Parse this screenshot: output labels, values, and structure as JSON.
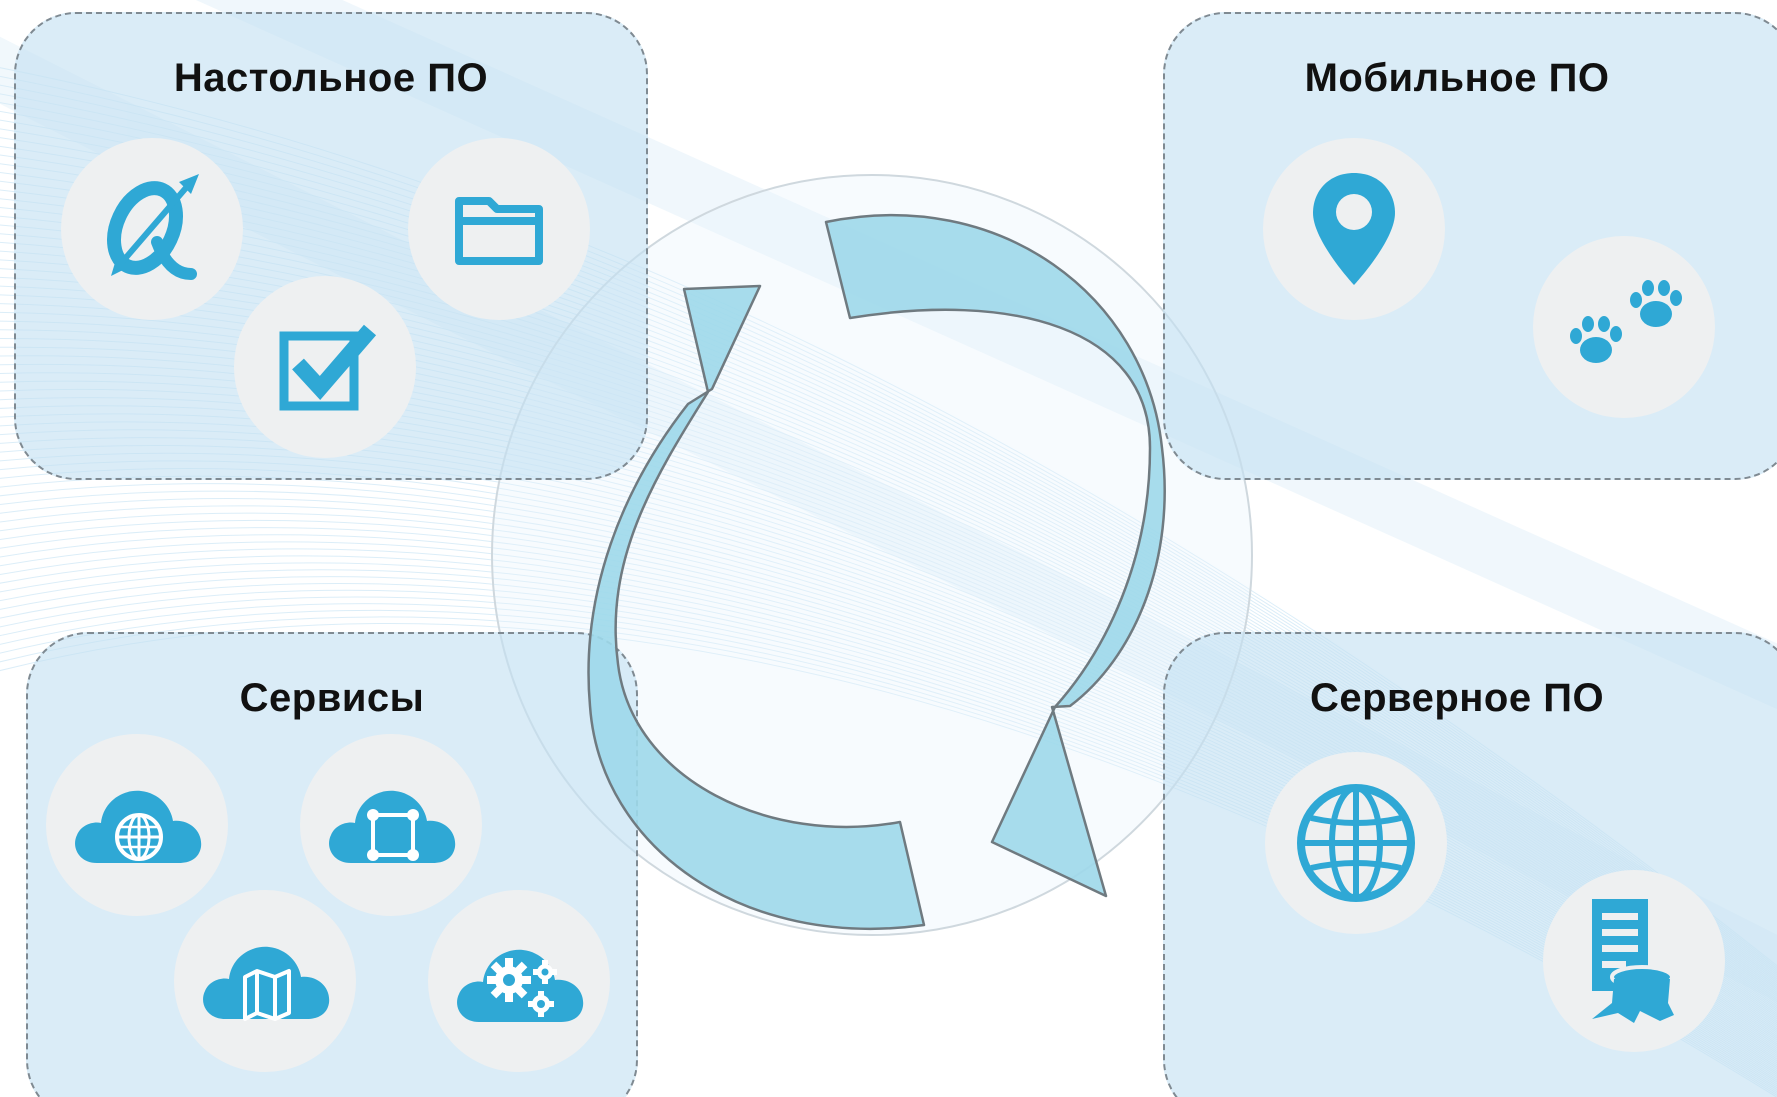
{
  "colors": {
    "accent": "#2fa8d5",
    "panel_fill": "#c4e0f2",
    "panel_border": "#7f8a92",
    "arrow_fill": "#9dd8ea",
    "badge_fill": "#eef0f1"
  },
  "panels": {
    "desktop": {
      "title": "Настольное ПО",
      "icons": [
        "qgis-logo-icon",
        "folder-icon",
        "checkbox-icon"
      ]
    },
    "mobile": {
      "title": "Мобильное ПО",
      "icons": [
        "map-pin-icon",
        "paw-prints-icon"
      ]
    },
    "services": {
      "title": "Сервисы",
      "icons": [
        "cloud-globe-icon",
        "cloud-square-icon",
        "cloud-map-icon",
        "cloud-gears-icon"
      ]
    },
    "server": {
      "title": "Серверное ПО",
      "icons": [
        "globe-icon",
        "document-stump-icon"
      ]
    }
  },
  "cycle": {
    "arrow_count": 2,
    "direction": "clockwise"
  }
}
